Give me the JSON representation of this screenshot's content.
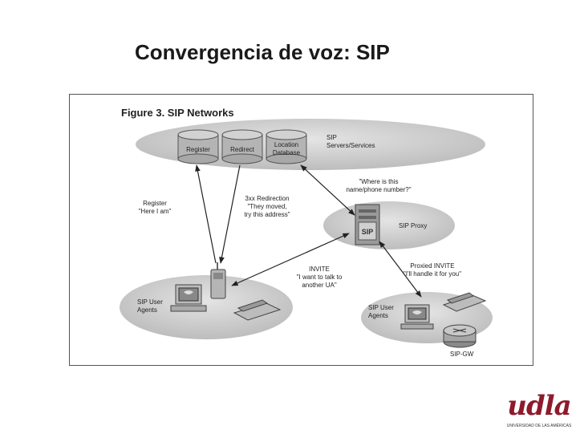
{
  "slide": {
    "title": "Convergencia de voz: SIP"
  },
  "figure": {
    "caption": "Figure 3. SIP Networks",
    "servers": {
      "register": "Register",
      "redirect": "Redirect",
      "location_line1": "Location",
      "location_line2": "Database",
      "group_label_line1": "SIP",
      "group_label_line2": "Servers/Services"
    },
    "proxy": {
      "label": "SIP Proxy"
    },
    "agents_left": {
      "line1": "SIP User",
      "line2": "Agents"
    },
    "agents_right": {
      "line1": "SIP User",
      "line2": "Agents",
      "gateway": "SIP-GW"
    },
    "messages": {
      "register_line1": "Register",
      "register_line2": "\"Here I am\"",
      "redirection_line1": "3xx Redirection",
      "redirection_line2": "\"They moved,",
      "redirection_line3": "try this address\"",
      "whereis_line1": "\"Where is this",
      "whereis_line2": "name/phone number?\"",
      "invite_line1": "INVITE",
      "invite_line2": "\"I want to talk to",
      "invite_line3": "another UA\"",
      "proxied_line1": "Proxied INVITE",
      "proxied_line2": "\"I'll handle it for you\""
    }
  },
  "logo": {
    "word": "udla",
    "tagline": "UNIVERSIDAD DE LAS AMÉRICAS"
  },
  "colors": {
    "cloud": "#c9c9c9",
    "cylinder": "#b4b4b4",
    "brand": "#8e1a2c"
  }
}
